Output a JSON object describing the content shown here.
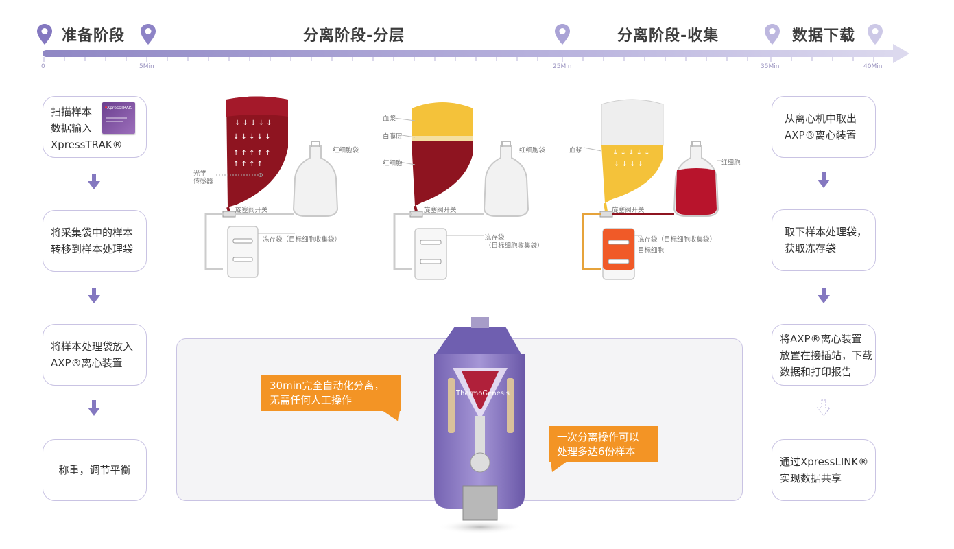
{
  "timeline": {
    "stages": {
      "prep": "准备阶段",
      "layer": "分离阶段-分层",
      "collect": "分离阶段-收集",
      "download": "数据下载"
    },
    "ticks": [
      "0",
      "5Min",
      "25Min",
      "35Min",
      "40Min"
    ],
    "accent_color": "#8f87c4"
  },
  "left_steps": [
    {
      "text": "扫描样本\n数据输入\nXpressTRAK®",
      "card_label": "XpressTRAK"
    },
    {
      "text": "将采集袋中的样本\n转移到样本处理袋"
    },
    {
      "text": "将样本处理袋放入\nAXP®离心装置"
    },
    {
      "text": "称重，调节平衡"
    }
  ],
  "right_steps": [
    {
      "text": "从离心机中取出\nAXP®离心装置"
    },
    {
      "text": "取下样本处理袋，\n获取冻存袋"
    },
    {
      "text": "将AXP®离心装置\n放置在接插站，下载\n数据和打印报告"
    },
    {
      "text": "通过XpressLINK®\n实现数据共享"
    }
  ],
  "diagram1": {
    "rbc_bag": "红细胞袋",
    "sensor": "光学\n传感器",
    "valve": "旋塞阀开关",
    "freezer": "冻存袋（目标细胞收集袋）"
  },
  "diagram2": {
    "plasma": "血浆",
    "buffy": "白膜层",
    "rbc": "红细胞",
    "rbc_bag": "红细胞袋",
    "valve": "旋塞阀开关",
    "freezer": "冻存袋\n（目标细胞收集袋）"
  },
  "diagram3": {
    "plasma": "血浆",
    "rbc": "红细胞",
    "valve": "旋塞阀开关",
    "freezer": "冻存袋（目标细胞收集袋）",
    "target": "目标细胞"
  },
  "callouts": {
    "left": "30min完全自动化分离，\n无需任何人工操作",
    "right": "一次分离操作可以\n处理多达6份样本"
  },
  "device": {
    "brand": "ThermoGenesis"
  },
  "colors": {
    "blood": "#8e1420",
    "plasma": "#f4c23a",
    "orange": "#f39425",
    "purple": "#8478c0",
    "border": "#c9c3e3"
  }
}
